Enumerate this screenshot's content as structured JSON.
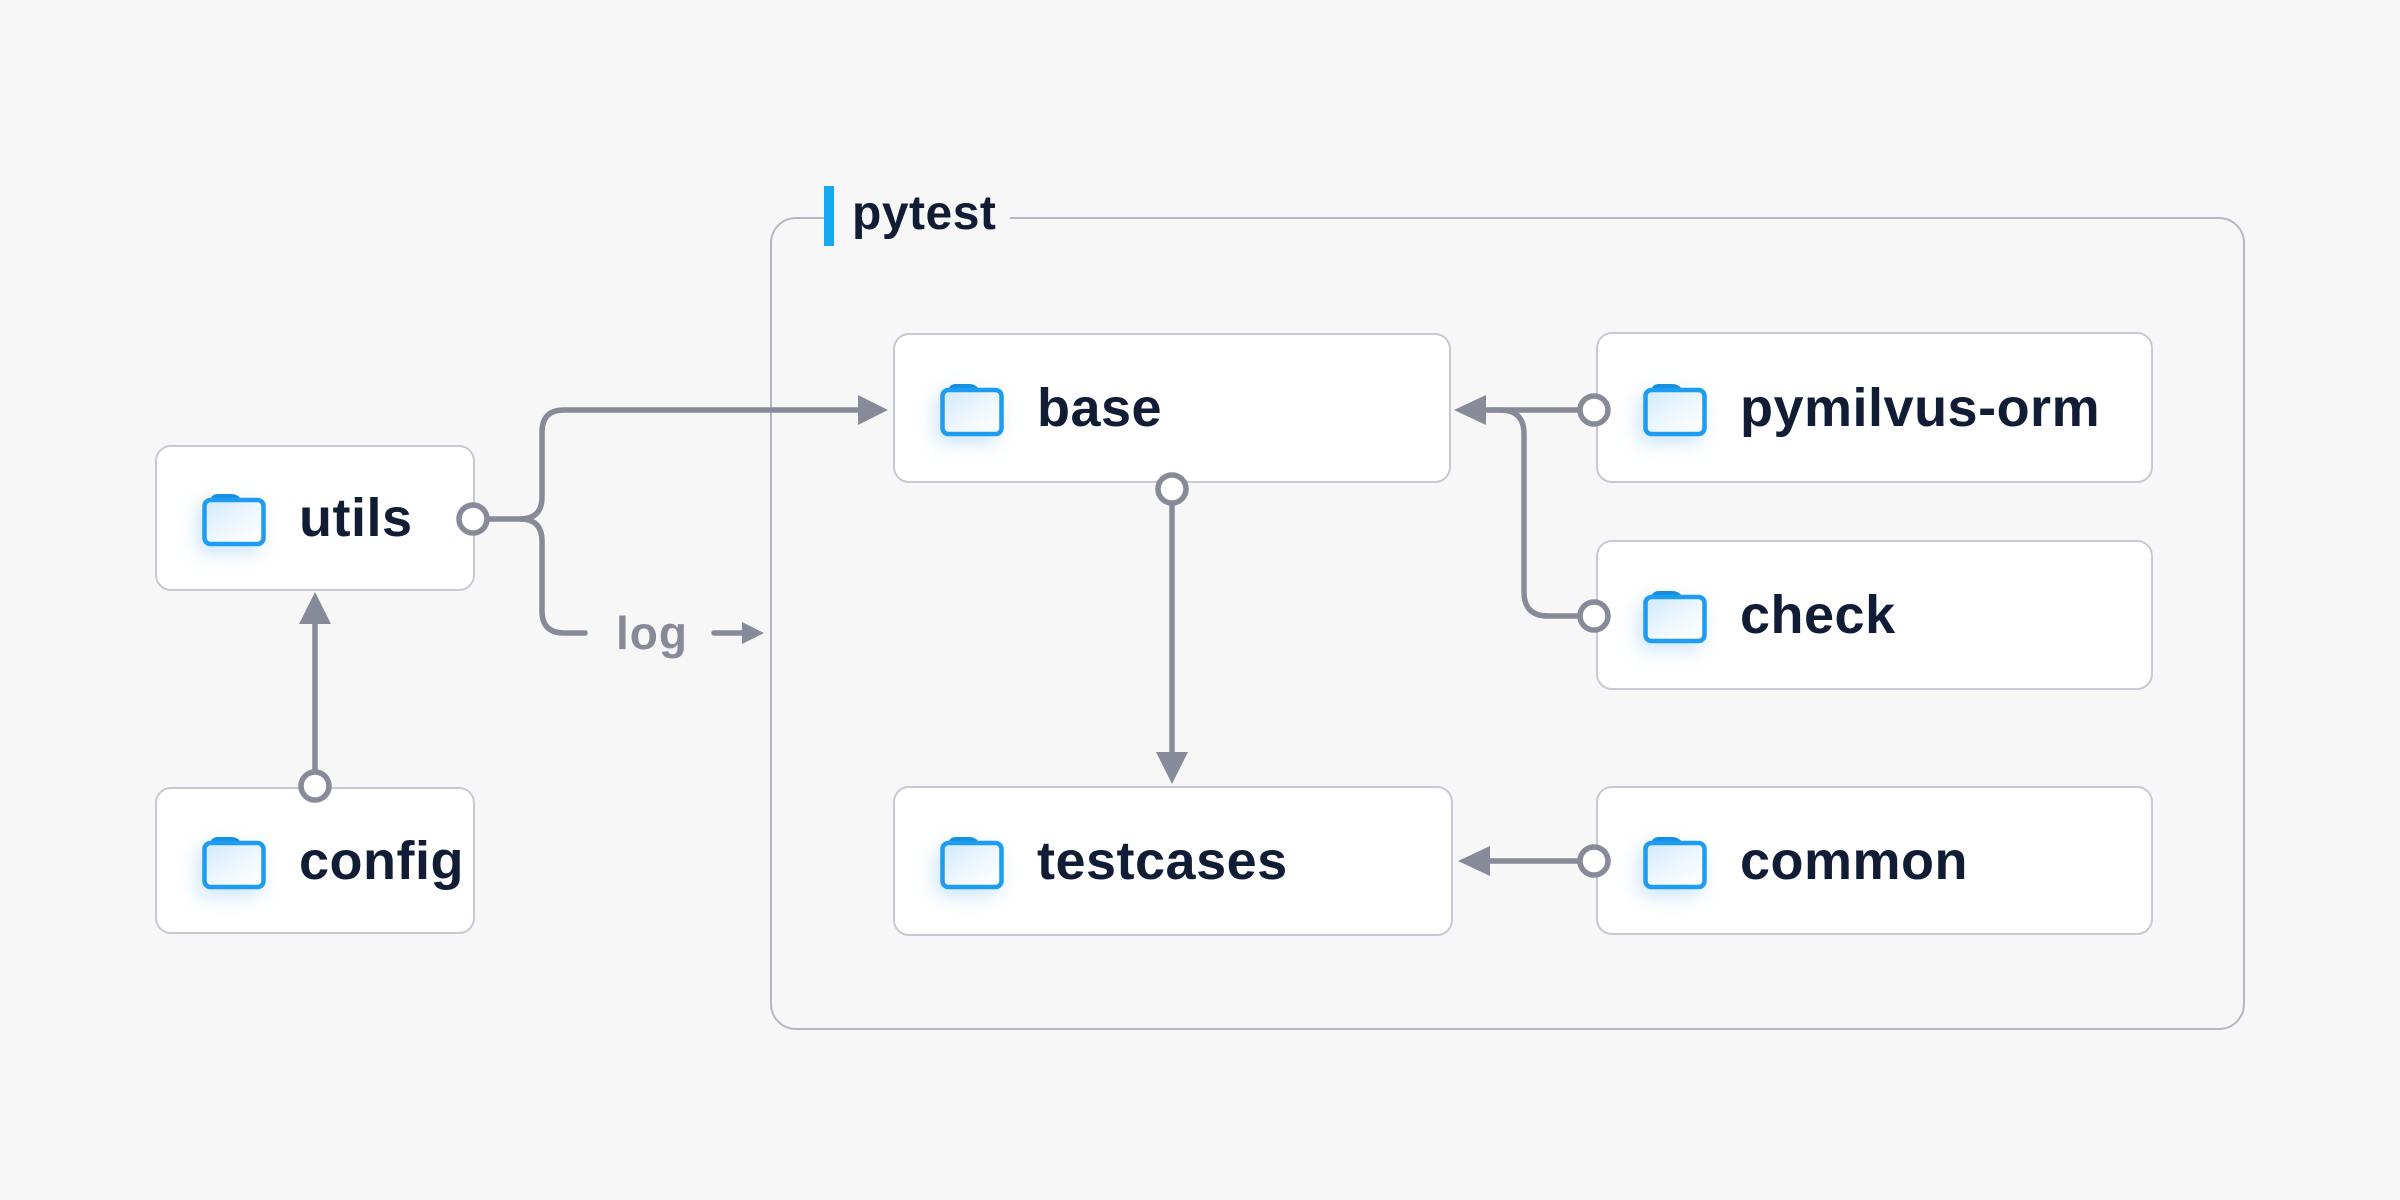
{
  "diagram": {
    "title_group": {
      "label": "pytest"
    },
    "nodes": {
      "utils": {
        "label": "utils"
      },
      "config": {
        "label": "config"
      },
      "base": {
        "label": "base"
      },
      "pymilvus_orm": {
        "label": "pymilvus-orm"
      },
      "check": {
        "label": "check"
      },
      "testcases": {
        "label": "testcases"
      },
      "common": {
        "label": "common"
      }
    },
    "edges": {
      "config_to_utils": {
        "from": "config",
        "to": "utils",
        "label": ""
      },
      "utils_to_base": {
        "from": "utils",
        "to": "base",
        "label": ""
      },
      "utils_to_log": {
        "from": "utils",
        "to": "pytest",
        "label": "log"
      },
      "pymilvus_to_base": {
        "from": "pymilvus-orm",
        "to": "base",
        "label": ""
      },
      "check_to_base": {
        "from": "check",
        "to": "base",
        "label": ""
      },
      "base_to_testcases": {
        "from": "base",
        "to": "testcases",
        "label": ""
      },
      "common_to_testcases": {
        "from": "common",
        "to": "testcases",
        "label": ""
      }
    },
    "colors": {
      "background": "#f7f7f8",
      "node_fill": "#ffffff",
      "node_border": "#c7c9d4",
      "group_border": "#b5b7c5",
      "connector": "#878a99",
      "text": "#111c35",
      "accent_blue": "#14a9f1",
      "folder_outline": "#1e9cf0",
      "folder_tab": "#1590e0"
    }
  }
}
